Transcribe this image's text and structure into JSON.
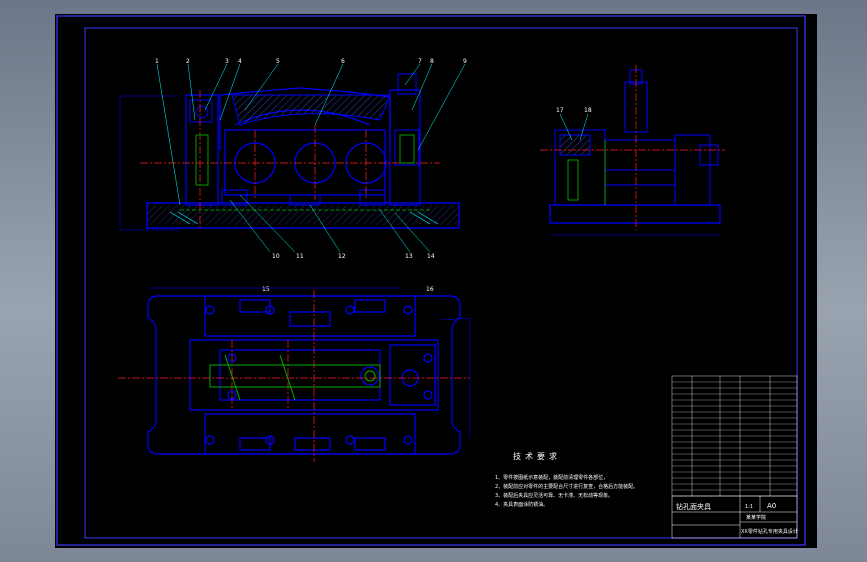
{
  "drawing": {
    "part_labels": [
      "1",
      "2",
      "3",
      "4",
      "5",
      "6",
      "7",
      "8",
      "9",
      "10",
      "11",
      "12",
      "13",
      "14",
      "15",
      "16",
      "17",
      "18"
    ],
    "tech_title": "技术要求",
    "tech_notes": [
      "1、零件按图纸示意装配，装配前清理零件各部位，",
      "2、装配前应对零件的主要配合尺寸进行复查，合格后方能装配。",
      "3、装配后夹具应灵活可靠、无卡滞、无松动等现象。",
      "4、夹具表面涂防锈油。"
    ],
    "title_block": {
      "drawing_name": "钻孔面夹具",
      "sheet_size": "A0",
      "scale": "1:1",
      "school": "某某学院",
      "project": "XX零件钻孔专用夹具设计"
    },
    "colors": {
      "background": "#000000",
      "outline": "#0000ff",
      "frame": "#3a3aff",
      "centerline": "#ff2020",
      "hatch": "#00ffff",
      "text": "#ffffff",
      "green": "#00c000"
    }
  }
}
